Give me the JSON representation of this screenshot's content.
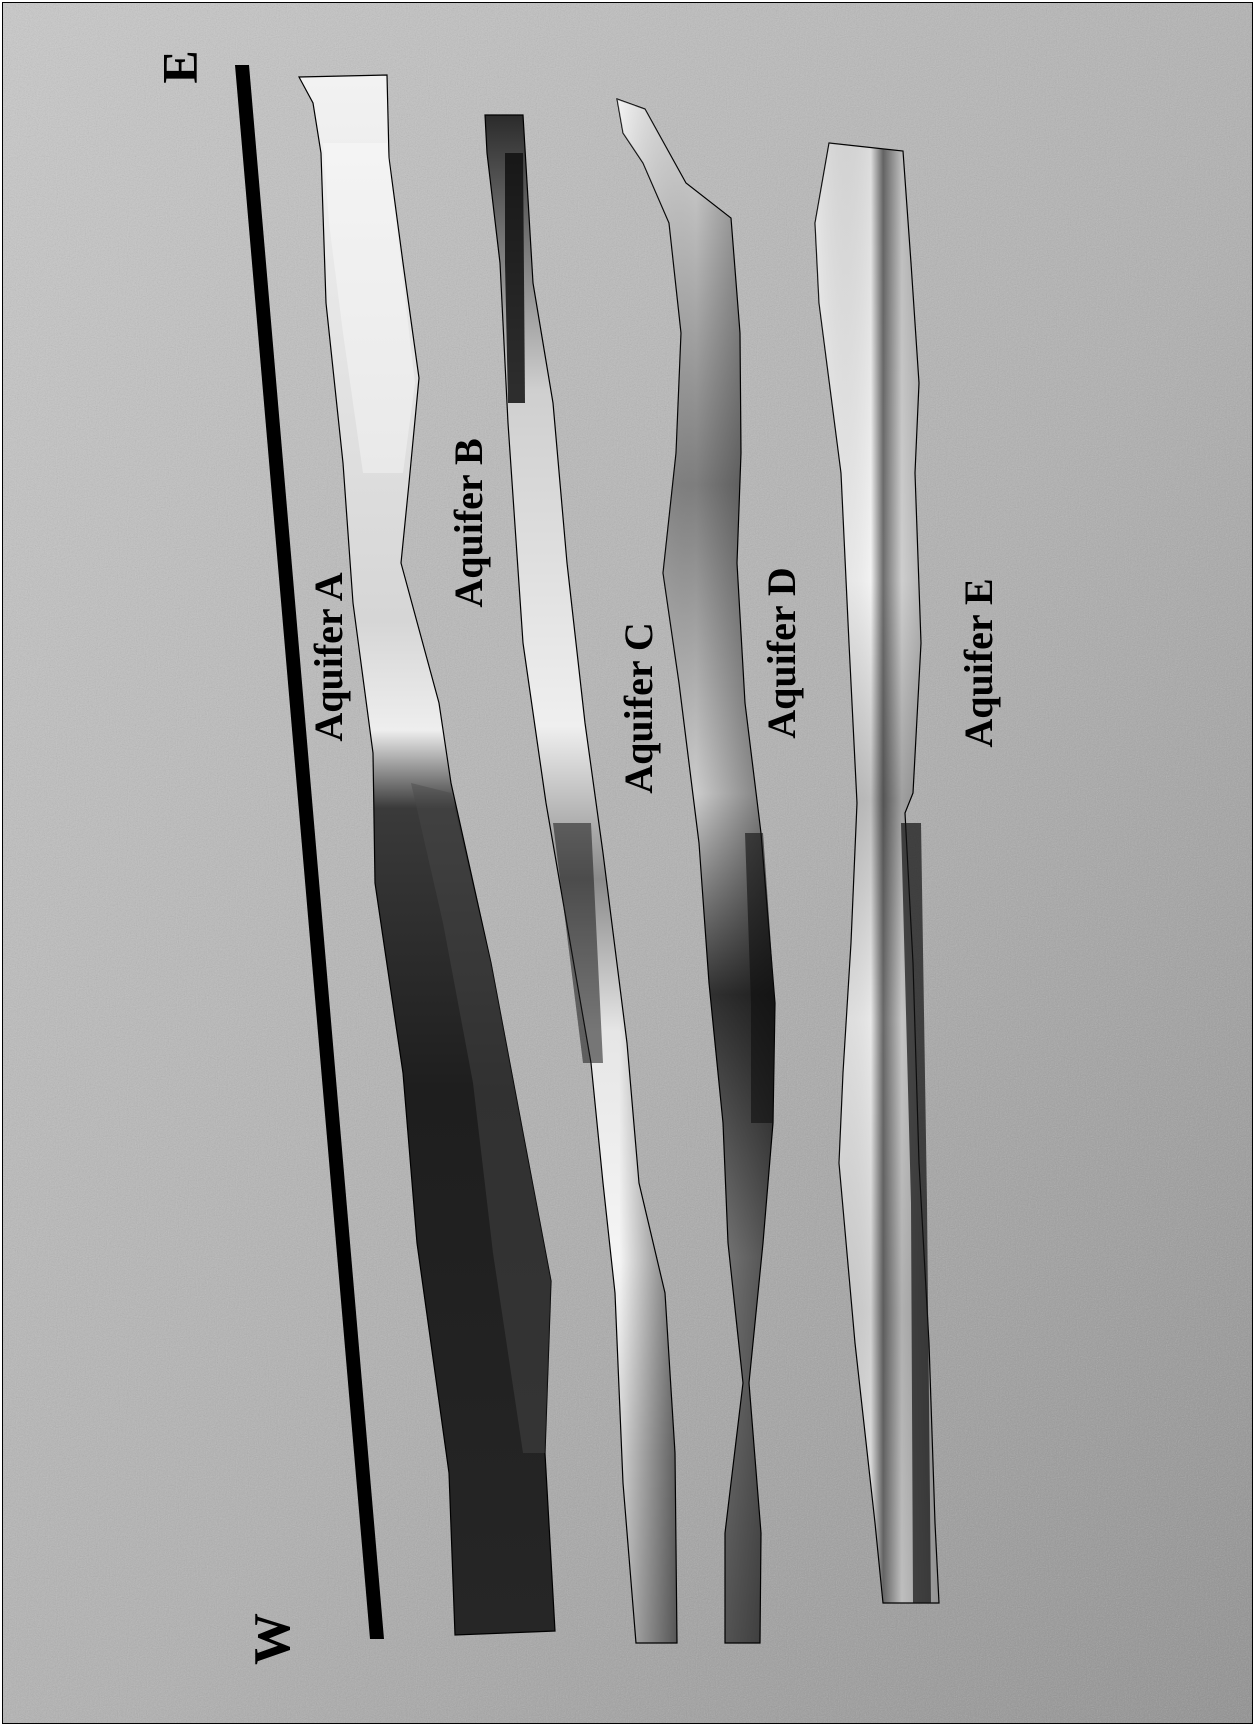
{
  "figure": {
    "direction_labels": {
      "west": "W",
      "east": "E"
    },
    "aquifers": [
      {
        "label": "Aquifer A"
      },
      {
        "label": "Aquifer B"
      },
      {
        "label": "Aquifer C"
      },
      {
        "label": "Aquifer D"
      },
      {
        "label": "Aquifer E"
      }
    ]
  },
  "colors": {
    "background_light": "#c9c9c9",
    "background_dark": "#8f8f8f",
    "ink": "#000000",
    "unit_light": "#f4f4f4",
    "unit_mid": "#b4b4b4",
    "unit_dark": "#2a2a2a"
  }
}
